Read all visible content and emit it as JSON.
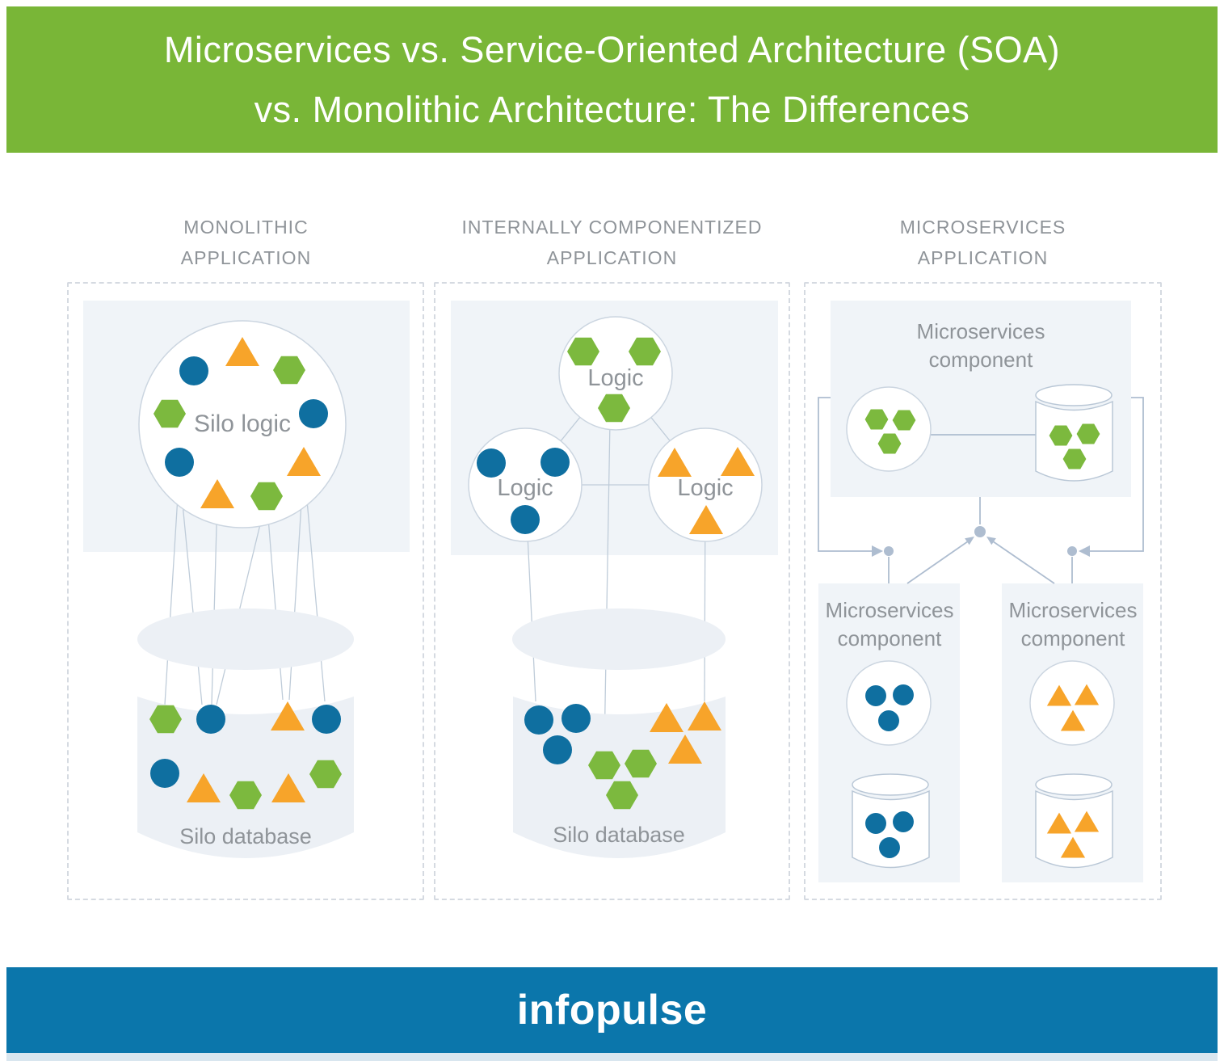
{
  "header": {
    "title": [
      "Microservices vs. Service-Oriented Architecture (SOA)",
      "vs. Monolithic Architecture: The Differences"
    ]
  },
  "columns": {
    "monolithic": {
      "heading": [
        "MONOLITHIC",
        "APPLICATION"
      ],
      "logic_label": "Silo logic",
      "database_label": "Silo database"
    },
    "componentized": {
      "heading": [
        "INTERNALLY COMPONENTIZED",
        "APPLICATION"
      ],
      "logic_top": "Logic",
      "logic_left": "Logic",
      "logic_right": "Logic",
      "database_label": "Silo database"
    },
    "microservices": {
      "heading": [
        "MICROSERVICES",
        "APPLICATION"
      ],
      "component_top": "Microservices component",
      "component_left": "Microservices component",
      "component_right": "Microservices component"
    }
  },
  "footer": {
    "logo": "infopulse"
  },
  "colors": {
    "header_bg": "#79b637",
    "footer_bg": "#0b76ab",
    "shape_green": "#7cb93e",
    "shape_blue": "#0f6fa0",
    "shape_orange": "#f7a42a",
    "panel_bg": "#f0f4f8",
    "text_gray": "#8f9499",
    "connector": "#aebdd0"
  }
}
